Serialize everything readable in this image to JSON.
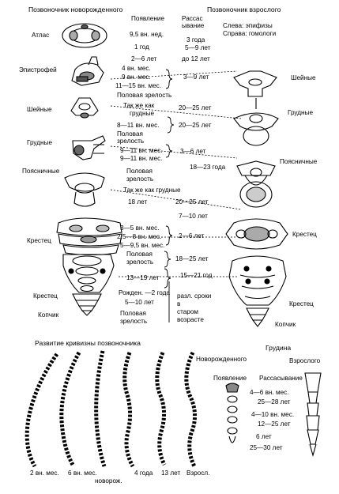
{
  "newborn_header": "Позвоночник новорожденного",
  "adult_header": "Позвоночник взрослого",
  "appearance_header": "Появление",
  "resorption_header": "Рассасывание",
  "epiphyses_note": "Слева: эпифизы",
  "homologs_note": "Справа: гомологи",
  "regions": {
    "atlas": "Атлас",
    "epistropheus": "Эпистрофей",
    "cervical": "Шейные",
    "thoracic": "Грудные",
    "lumbar": "Поясничные",
    "sacrum": "Крестец",
    "coccyx": "Копчик"
  },
  "adult_regions": {
    "cervical": "Шейные",
    "thoracic": "Грудные",
    "lumbar": "Поясничные",
    "sacrum": "Крестец",
    "sacrum2": "Крестец",
    "coccyx": "Копчик"
  },
  "atlas": {
    "app1": "9,5 вн. нед.",
    "app2": "1 год",
    "app3": "2—6 лет",
    "res1": "3 года",
    "res2": "5—9 лет",
    "res3": "до 12 лет"
  },
  "epistropheus": {
    "app1": "4 вн. мес.",
    "app2": "9 вн. мес.",
    "app3": "11—15 вн. мес.",
    "res1": "3—9 лет",
    "puberty": "Половая зрелость"
  },
  "cervical": {
    "same": "Так же как",
    "same2": "грудные",
    "res": "20—25 лет",
    "app": "8—11 вн. мес.",
    "res2": "20—25 лет",
    "puberty1": "Половая",
    "puberty2": "зрелость"
  },
  "thoracic": {
    "app1": "9—11 вн. мес.",
    "app2": "9—11 вн. мес.",
    "res": "3—6 лет",
    "res2": "18—23 года",
    "puberty1": "Половая",
    "puberty2": "зрелость"
  },
  "lumbar": {
    "same": "Так же как грудные",
    "app": "18 лет",
    "res": "20—25 лет"
  },
  "sacrum": {
    "a": "7—10 лет",
    "b1": "3—5 вн. мес.",
    "b2": "2,5—8 вн. мес.",
    "b3": "5—9,5 вн. мес.",
    "b_res": "2—6 лет",
    "c1": "Половая",
    "c2": "зрелость",
    "c_res": "18—25 лет",
    "d_app": "13—19 лет",
    "d_res": "15—21 год"
  },
  "coccyx": {
    "a1": "Рожден. —2 года",
    "a2": "5—10 лет",
    "a3": "Половая",
    "a4": "зрелость",
    "r1": "разл. сроки",
    "r2": "в",
    "r3": "старом",
    "r4": "возрасте"
  },
  "curvature": {
    "title": "Развитие кривизны позвоночника",
    "newborn": "Новорожденного",
    "labels": [
      "2 вн. мес.",
      "6 вн. мес.",
      "новорож.",
      "4 года",
      "13 лет",
      "Взросл."
    ]
  },
  "sternum": {
    "title": "Грудина",
    "adult": "Взрослого",
    "appearance": "Появление",
    "resorption": "Рассасывание",
    "v1": "4—6 вн. мес.",
    "v2": "25—28 лет",
    "v3": "4—10 вн. мес.",
    "v4": "12—25 лет",
    "v5": "6 лет",
    "v6": "25—30 лет"
  }
}
